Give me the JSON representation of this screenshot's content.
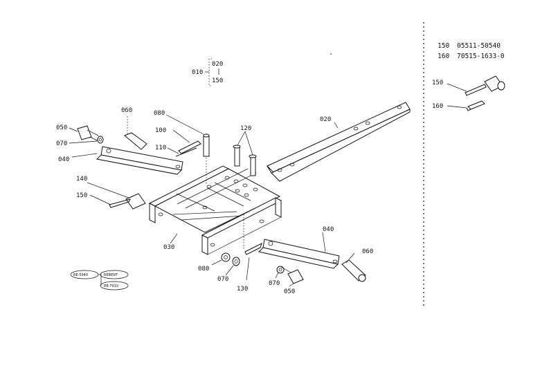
{
  "set_group": {
    "main": "010",
    "members": [
      "020",
      "150"
    ]
  },
  "labels": {
    "l010": "010",
    "l020_bar": "020",
    "l030": "030",
    "l040_left": "040",
    "l040_right": "040",
    "l050_left": "050",
    "l050_right": "050",
    "l060_left": "060",
    "l060_right": "060",
    "l070_left": "070",
    "l070_mid": "070",
    "l070_right": "070",
    "l080_top": "080",
    "l080_bottom": "080",
    "l100": "100",
    "l110": "110",
    "l120": "120",
    "l130": "130",
    "l140": "140",
    "l150": "150"
  },
  "side_panel": {
    "parts": [
      {
        "ref": "150",
        "part_number": "05511-50540"
      },
      {
        "ref": "160",
        "part_number": "70515-1633-0"
      }
    ],
    "l150": "150",
    "l160": "160"
  },
  "legend_tags": [
    "RE:5940",
    "REBENT",
    "RE:7910"
  ],
  "icons": [
    "frame",
    "pin",
    "washer",
    "bolt",
    "linch-pin",
    "draw-bar"
  ]
}
